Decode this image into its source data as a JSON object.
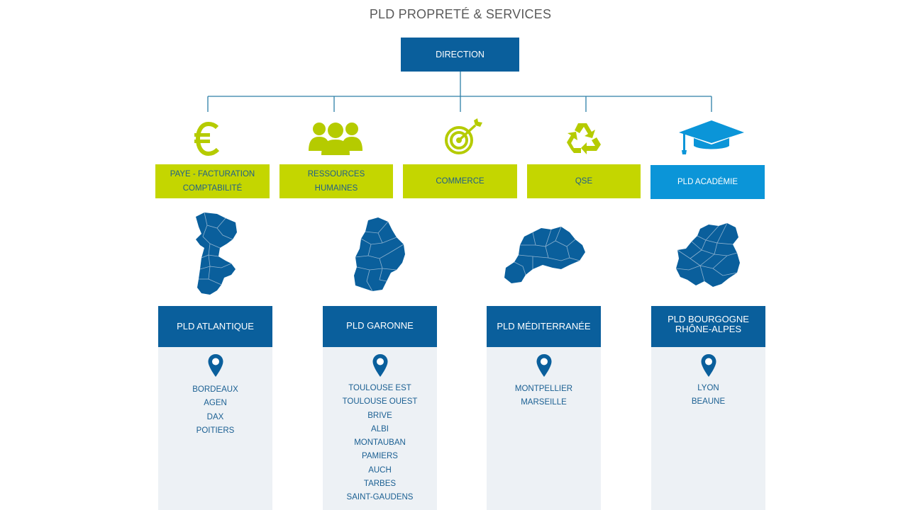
{
  "title": "PLD PROPRETÉ & SERVICES",
  "direction": "DIRECTION",
  "colors": {
    "primary_blue": "#0a5f9c",
    "lime": "#c4d600",
    "academy_blue": "#0b95d8",
    "panel_bg": "#edf1f5"
  },
  "services": [
    {
      "icon": "euro-icon",
      "lines": [
        "PAYE - FACTURATION",
        "COMPTABILITÉ"
      ]
    },
    {
      "icon": "people-icon",
      "lines": [
        "RESSOURCES",
        "HUMAINES"
      ]
    },
    {
      "icon": "target-icon",
      "lines": [
        "COMMERCE"
      ]
    },
    {
      "icon": "recycle-icon",
      "lines": [
        "QSE"
      ]
    },
    {
      "icon": "graduation-cap-icon",
      "lines": [
        "PLD ACADÉMIE"
      ]
    }
  ],
  "regions": [
    {
      "name_lines": [
        "PLD ATLANTIQUE"
      ],
      "map_icon": "atlantique-map-icon",
      "cities": [
        "BORDEAUX",
        "AGEN",
        "DAX",
        "POITIERS"
      ]
    },
    {
      "name_lines": [
        "PLD GARONNE"
      ],
      "map_icon": "garonne-map-icon",
      "cities": [
        "TOULOUSE EST",
        "TOULOUSE OUEST",
        "BRIVE",
        "ALBI",
        "MONTAUBAN",
        "PAMIERS",
        "AUCH",
        "TARBES",
        "SAINT-GAUDENS"
      ]
    },
    {
      "name_lines": [
        "PLD MÉDITERRANÉE"
      ],
      "map_icon": "mediterranee-map-icon",
      "cities": [
        "MONTPELLIER",
        "MARSEILLE"
      ]
    },
    {
      "name_lines": [
        "PLD BOURGOGNE",
        "RHÔNE-ALPES"
      ],
      "map_icon": "bourgogne-map-icon",
      "cities": [
        "LYON",
        "BEAUNE"
      ]
    }
  ]
}
